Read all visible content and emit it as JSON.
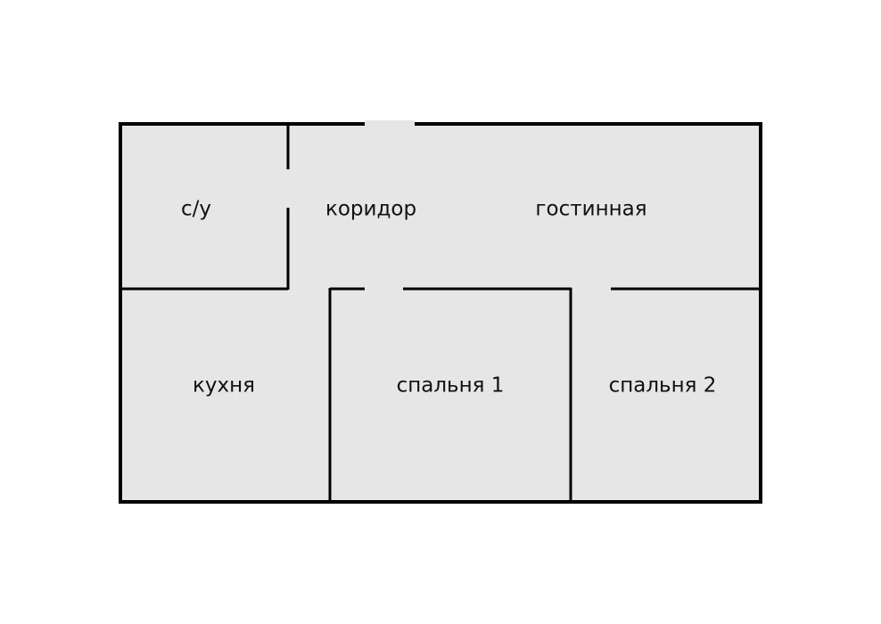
{
  "colors": {
    "floor": "#e6e6e6",
    "wall": "#000000",
    "background": "#ffffff",
    "text": "#111111"
  },
  "rooms": {
    "bathroom": "с/у",
    "corridor": "коридор",
    "living_room": "гостинная",
    "kitchen": "кухня",
    "bedroom_1": "спальня 1",
    "bedroom_2": "спальня 2"
  }
}
